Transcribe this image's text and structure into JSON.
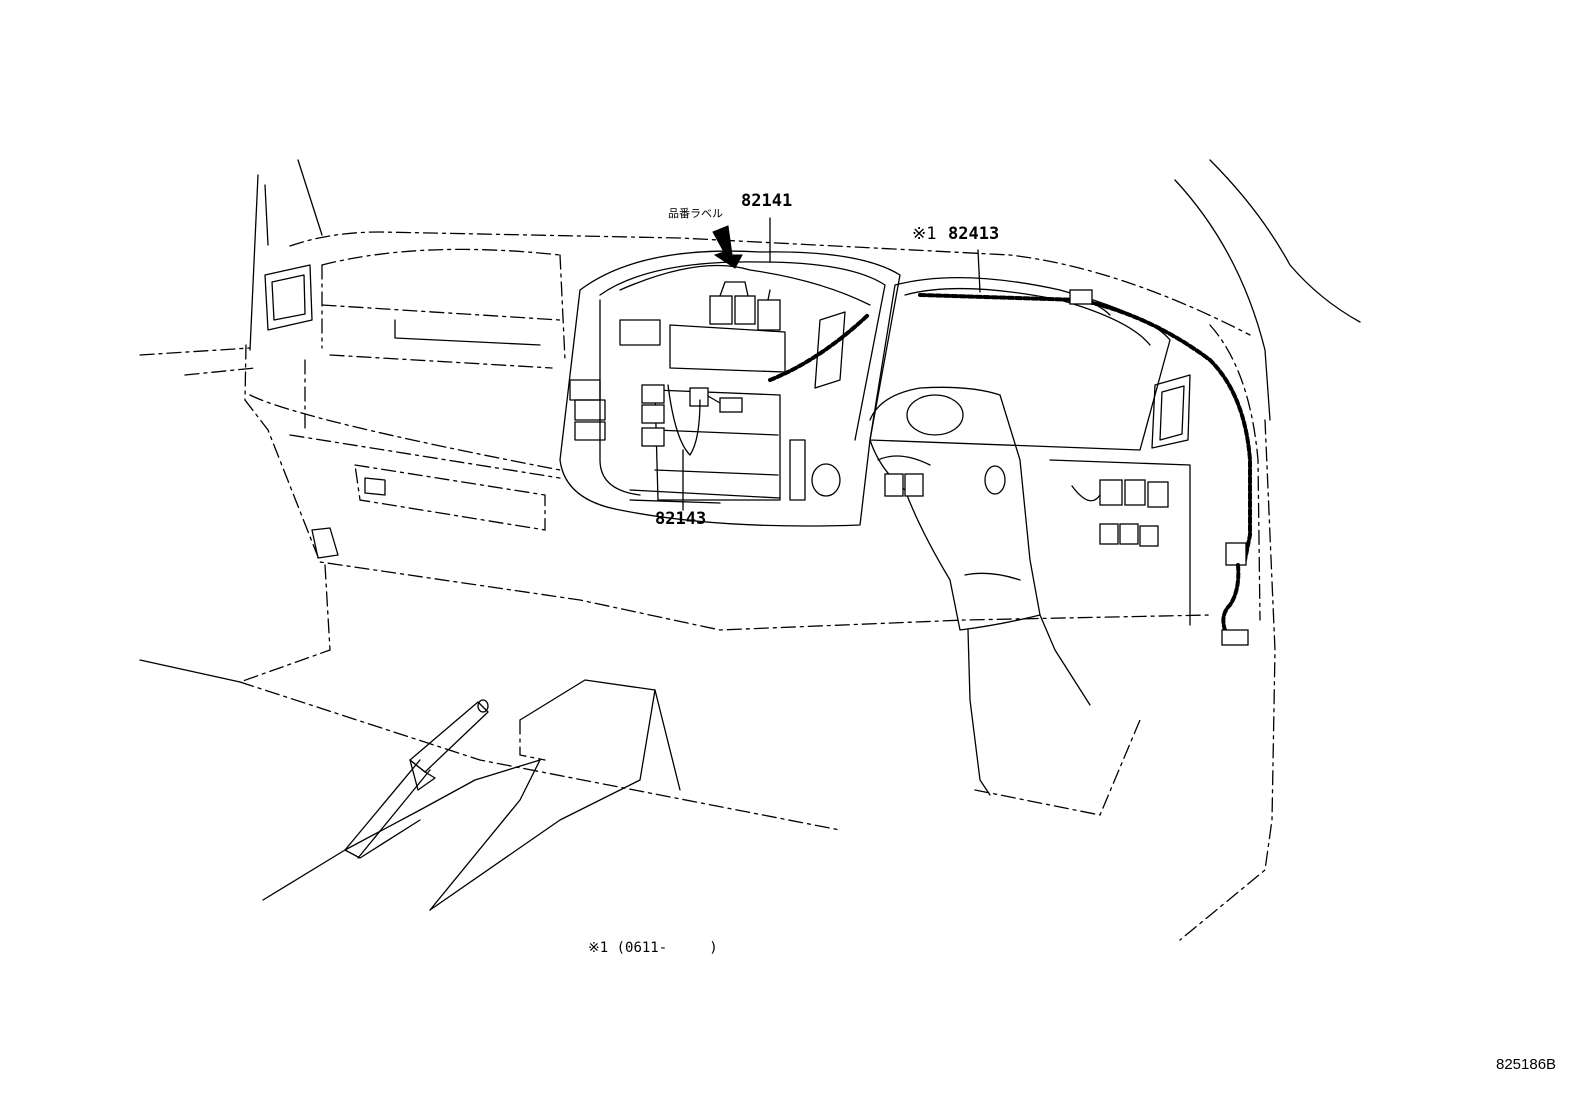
{
  "labels": {
    "part_82141": "82141",
    "part_82143": "82143",
    "part_82413_mark": "※1",
    "part_82413": "82413",
    "japanese_label": "品番ラベル",
    "footnote": "※1 (0611-     )",
    "drawing_code": "825186B"
  }
}
